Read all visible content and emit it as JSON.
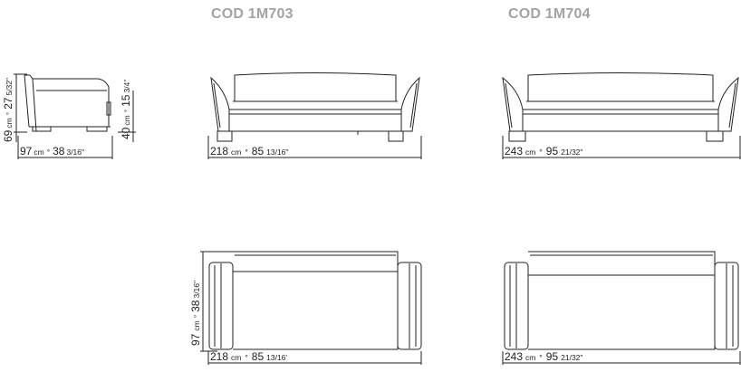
{
  "titles": {
    "model_a": "COD 1M703",
    "model_b": "COD 1M704"
  },
  "side_view": {
    "height_cm": "69",
    "height_in": "27",
    "height_in_frac": "5/32\"",
    "seat_height_cm": "40",
    "seat_height_in": "15",
    "seat_height_in_frac": "3/4\"",
    "depth_cm": "97",
    "depth_in": "38",
    "depth_in_frac": "3/16\""
  },
  "front_a": {
    "width_cm": "218",
    "width_in": "85",
    "width_in_frac": "13/16\""
  },
  "front_b": {
    "width_cm": "243",
    "width_in": "95",
    "width_in_frac": "21/32\""
  },
  "top_a": {
    "depth_cm": "97",
    "depth_in": "38",
    "depth_in_frac": "3/16\"",
    "width_cm": "218",
    "width_in": "85",
    "width_in_frac": "13/16'"
  },
  "top_b": {
    "width_cm": "243",
    "width_in": "95",
    "width_in_frac": "21/32\""
  },
  "units": {
    "cm": "cm",
    "sep": "°"
  }
}
